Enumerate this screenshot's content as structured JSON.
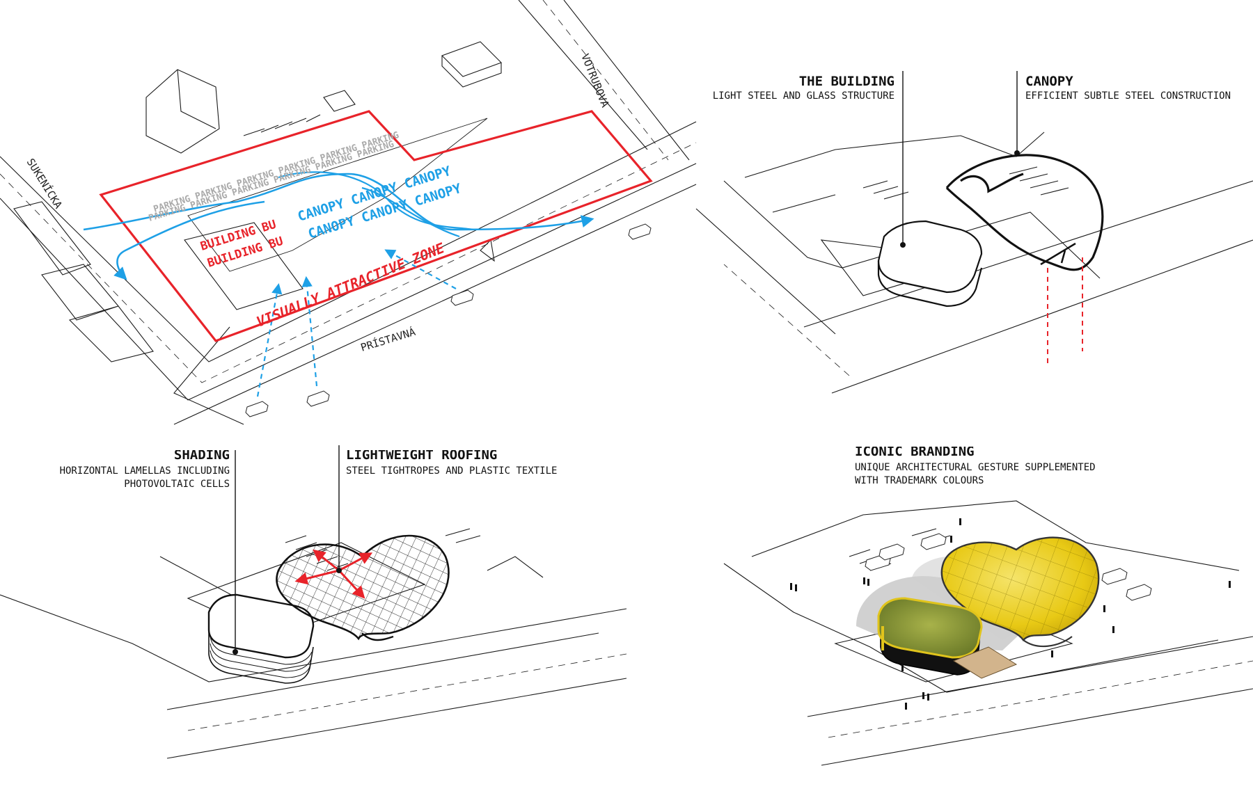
{
  "streets": {
    "votrubova": "VOTRUBOVA",
    "sukenicka": "SUKENÍCKA",
    "pristavna": "PRÍSTAVNÁ"
  },
  "panel1": {
    "parking_text": "PARKING PARKING PARKING PARKING PARKING PARKING",
    "canopy_text": "CANOPY CANOPY CANOPY",
    "building_text": "BUILDING BU",
    "zone_label": "VISUALLY ATTRACTIVE ZONE"
  },
  "panel2": {
    "building_title": "THE BUILDING",
    "building_subtitle": "LIGHT STEEL AND GLASS STRUCTURE",
    "canopy_title": "CANOPY",
    "canopy_subtitle": "EFFICIENT SUBTLE STEEL CONSTRUCTION"
  },
  "panel3": {
    "shading_title": "SHADING",
    "shading_subtitle_1": "HORIZONTAL LAMELLAS INCLUDING",
    "shading_subtitle_2": "PHOTOVOLTAIC CELLS",
    "roofing_title": "LIGHTWEIGHT ROOFING",
    "roofing_subtitle": "STEEL TIGHTROPES AND PLASTIC TEXTILE"
  },
  "panel4": {
    "branding_title": "ICONIC BRANDING",
    "branding_subtitle_1": "UNIQUE ARCHITECTURAL GESTURE SUPPLEMENTED",
    "branding_subtitle_2": "WITH TRADEMARK COLOURS"
  },
  "colors": {
    "site_boundary": "#e8232a",
    "flow_blue": "#1ea0e6",
    "canopy_yellow": "#f2d61a",
    "green_roof": "#8a9a3a",
    "line": "#1a1a1a"
  }
}
